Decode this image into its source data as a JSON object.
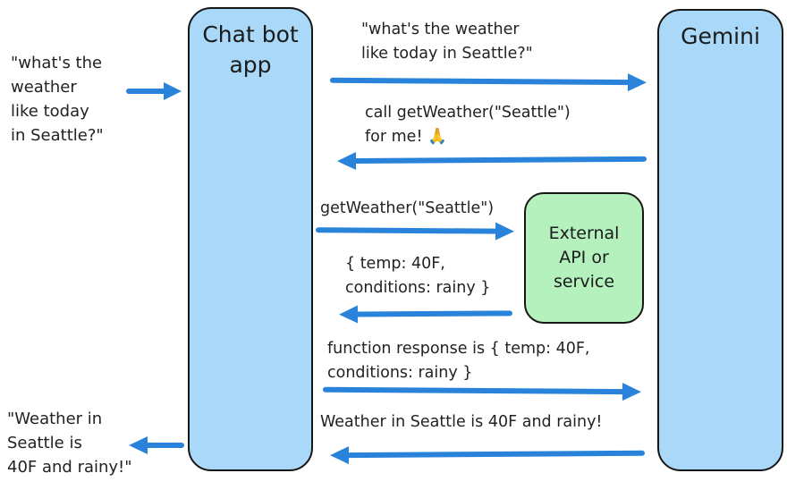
{
  "colors": {
    "arrow_blue": "#2a83da",
    "actor_fill": "#a9d8f8",
    "external_fill": "#b4f1bd",
    "stroke_dark": "#161616"
  },
  "actors": {
    "chatbot": {
      "label": "Chat bot\napp"
    },
    "gemini": {
      "label": "Gemini"
    },
    "external": {
      "label": "External\nAPI or\nservice"
    }
  },
  "user": {
    "input": "\"what's the\nweather\nlike today\nin Seattle?\"",
    "output": "\"Weather in\nSeattle is\n40F and rainy!\""
  },
  "messages": {
    "request_to_gemini": "\"what's the weather\nlike today in Seattle?\"",
    "function_call_request": "call getWeather(\"Seattle\")\nfor me! 🙏",
    "api_call": "getWeather(\"Seattle\")",
    "api_response": "{ temp: 40F,\nconditions: rainy }",
    "function_response": "function response is { temp: 40F,\nconditions: rainy }",
    "final_answer": "Weather in Seattle is 40F and rainy!"
  }
}
